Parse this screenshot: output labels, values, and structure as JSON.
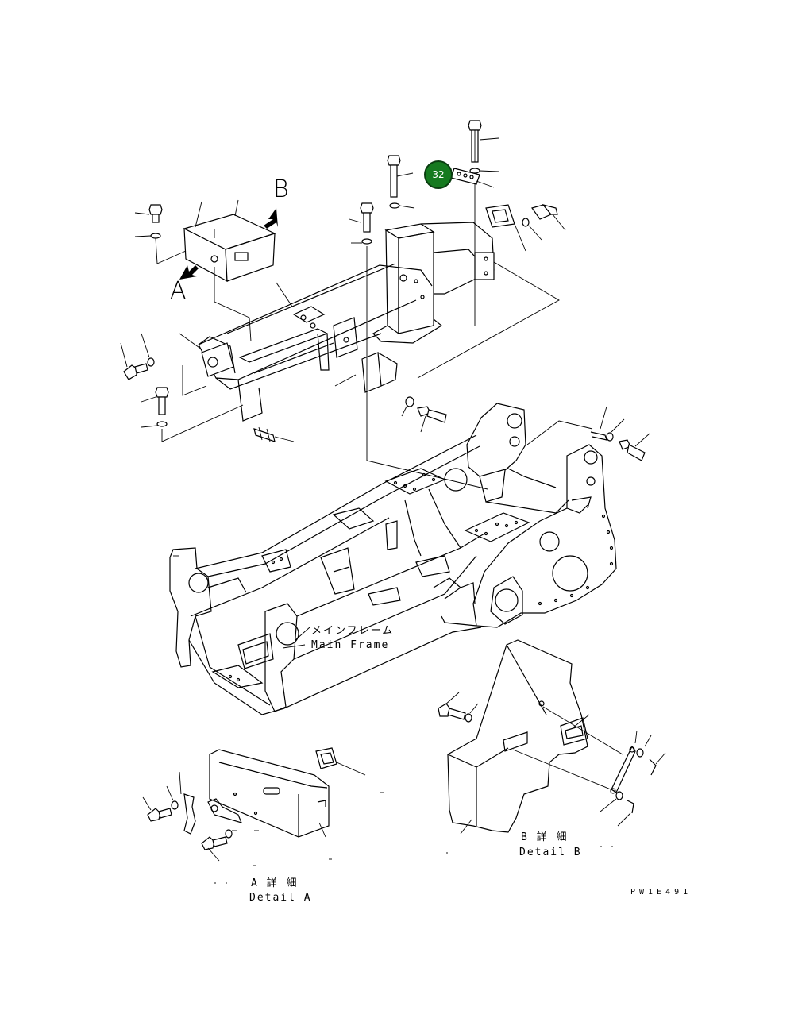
{
  "view_labels": {
    "a": "A",
    "b": "B"
  },
  "main_frame": {
    "jp": "メインフレーム",
    "en": "Main Frame"
  },
  "detail_a": {
    "jp": "A 詳 細",
    "en": "Detail A"
  },
  "detail_b": {
    "jp": "B 詳 細",
    "en": "Detail B"
  },
  "callout": {
    "number": "32",
    "color": "#157a1f"
  },
  "doc_code": "PW1E491",
  "icons": {
    "callout": "part-callout-circle-icon",
    "view_arrow": "view-arrow-icon"
  }
}
